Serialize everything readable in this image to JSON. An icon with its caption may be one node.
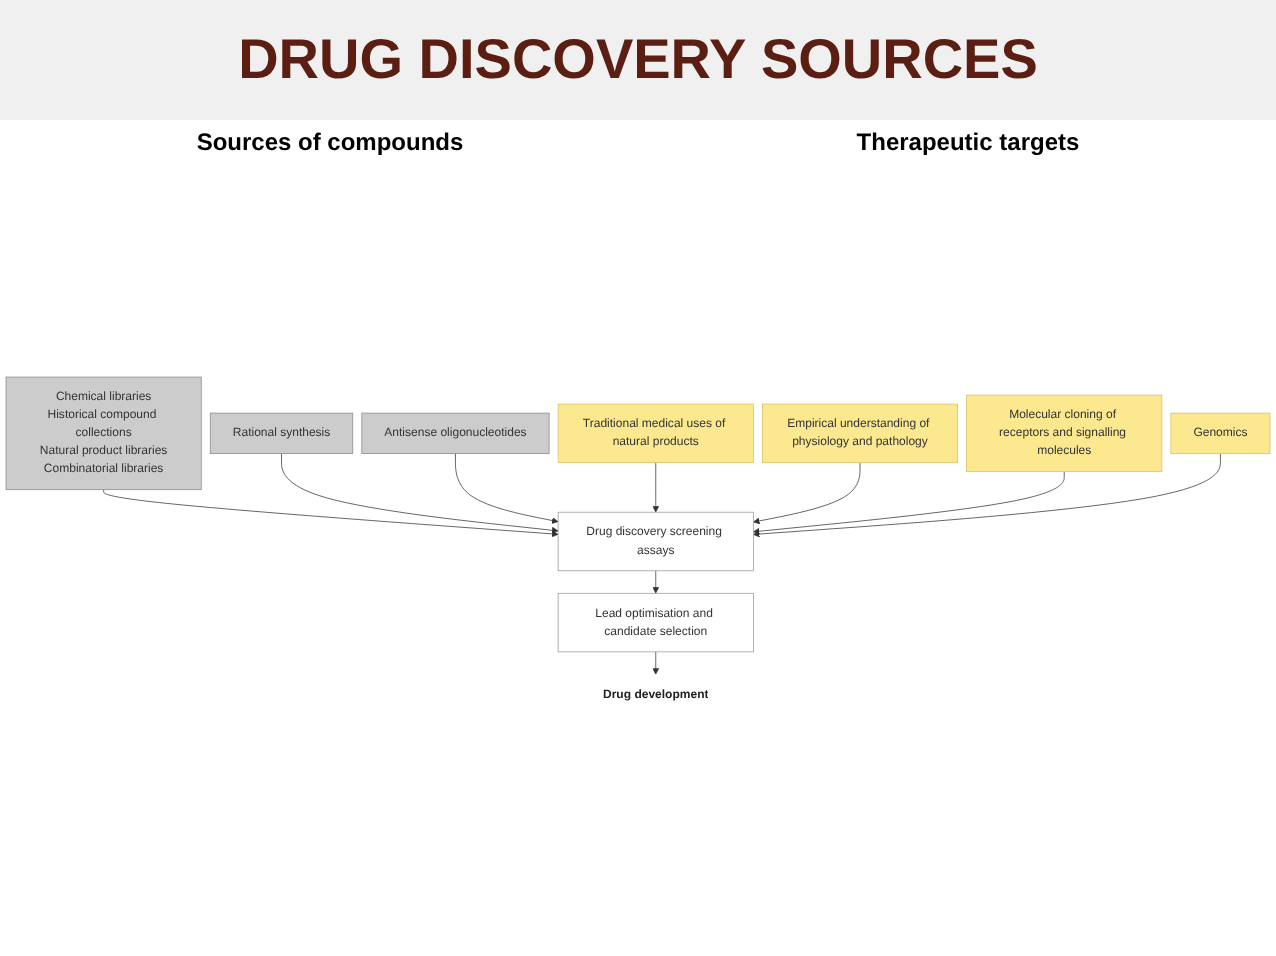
{
  "diagram": {
    "title": "DRUG DISCOVERY SOURCES",
    "nodes": [
      {
        "text": [
          "Chemical libraries",
          "Historical compound collections",
          "Natural product libraries",
          "Combinatorial libraries"
        ]
      },
      {
        "text": [
          "Rational synthesis"
        ]
      },
      {
        "text": [
          "Antisense oligonucleotides"
        ]
      },
      {
        "text": [
          "Traditional medical uses of natural products"
        ]
      },
      {
        "text": [
          "Empirical understanding of physiology and pathology"
        ]
      },
      {
        "text": [
          "Molecular cloning of receptors and signalling molecules"
        ]
      },
      {
        "text": [
          "Genomics"
        ]
      },
      {
        "text": [
          "Drug discovery screening assays"
        ]
      },
      {
        "text": [
          "Lead optimisation and candidate selection"
        ]
      },
      {
        "text": [
          "Drug development"
        ]
      }
    ],
    "edges": [
      {
        "from": 0,
        "to": 7,
        "arrow": "to"
      },
      {
        "from": 1,
        "to": 7,
        "arrow": "to"
      },
      {
        "from": 2,
        "to": 7,
        "arrow": "to"
      },
      {
        "from": 3,
        "to": 7,
        "arrow": "to"
      },
      {
        "from": 4,
        "to": 7,
        "arrow": "to"
      },
      {
        "from": 5,
        "to": 7,
        "arrow": "to"
      },
      {
        "from": 6,
        "to": 7,
        "arrow": "to"
      },
      {
        "from": 7,
        "to": 8,
        "arrow": "to"
      },
      {
        "from": 8,
        "to": 9,
        "arrow": "to"
      }
    ],
    "labels": [
      "Sources of compounds",
      "Therapeutic targets"
    ]
  }
}
